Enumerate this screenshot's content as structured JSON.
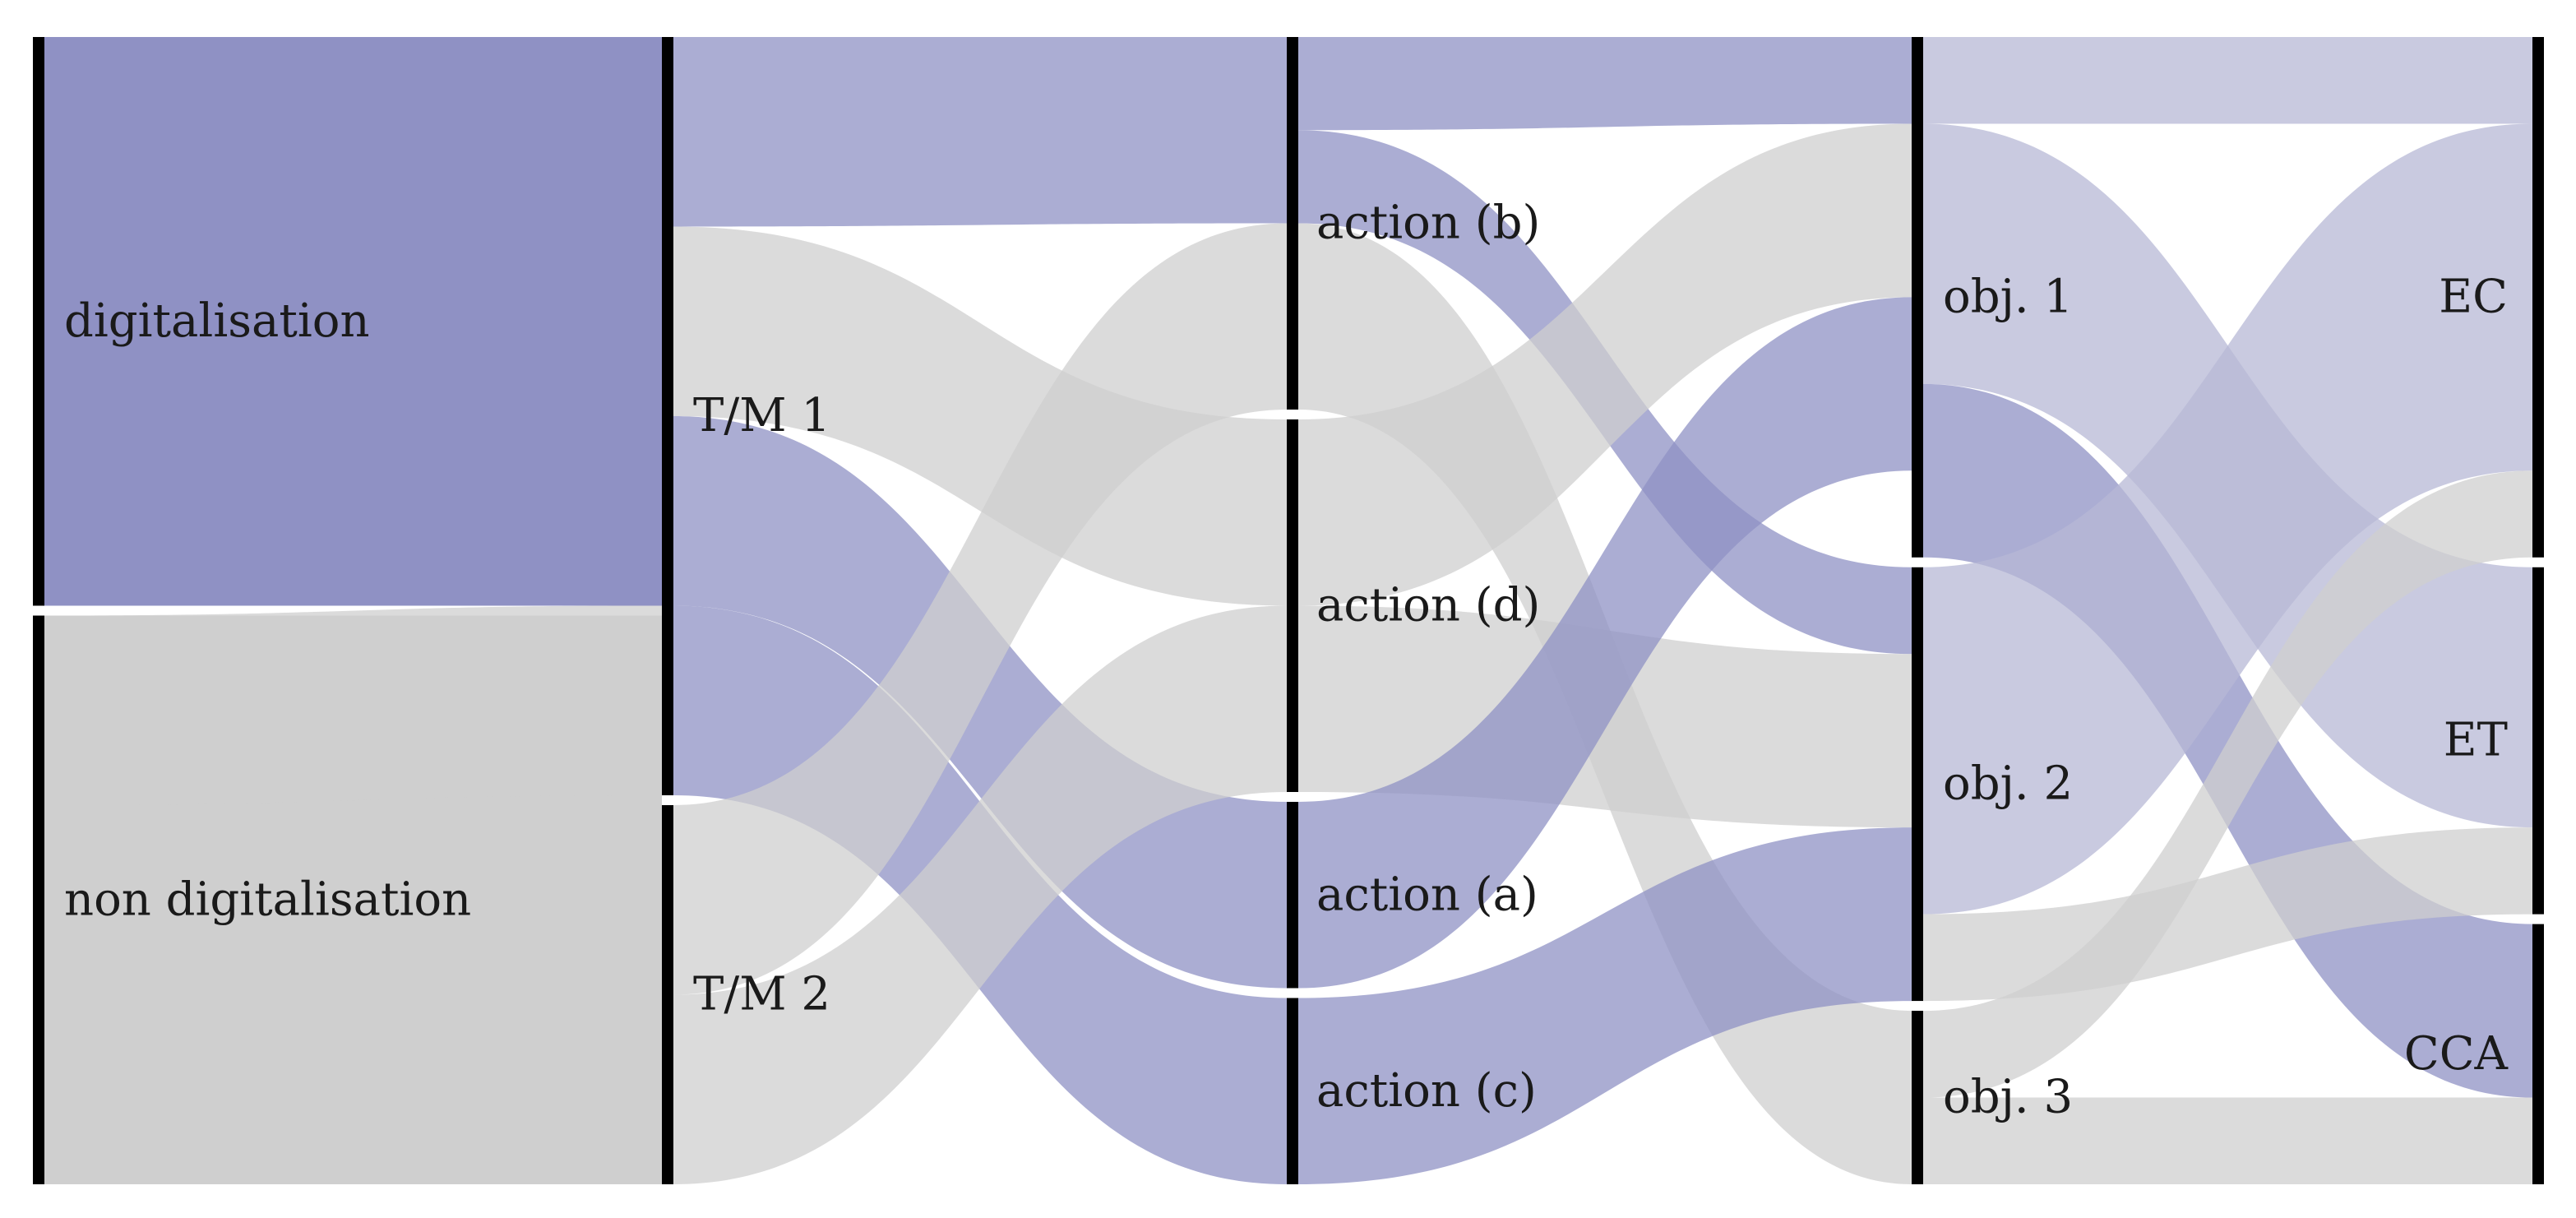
{
  "colors": {
    "digital": "#8f91c4",
    "non_digital": "#cfcfcf",
    "background": "#ffffff",
    "bar": "#000000"
  },
  "columns": [
    {
      "id": "c0",
      "nodes": [
        {
          "id": "digitalisation",
          "label": "digitalisation",
          "color": "digital"
        },
        {
          "id": "non_digitalisation",
          "label": "non digitalisation",
          "color": "non_digital"
        }
      ]
    },
    {
      "id": "c1",
      "nodes": [
        {
          "id": "tm1",
          "label": "T/M 1"
        },
        {
          "id": "tm2",
          "label": "T/M 2"
        }
      ]
    },
    {
      "id": "c2",
      "nodes": [
        {
          "id": "b",
          "label": "action (b)"
        },
        {
          "id": "d",
          "label": "action (d)"
        },
        {
          "id": "a",
          "label": "action (a)"
        },
        {
          "id": "c",
          "label": "action (c)"
        }
      ]
    },
    {
      "id": "c3",
      "nodes": [
        {
          "id": "o1",
          "label": "obj. 1"
        },
        {
          "id": "o2",
          "label": "obj. 2"
        },
        {
          "id": "o3",
          "label": "obj. 3"
        }
      ]
    },
    {
      "id": "c4",
      "nodes": [
        {
          "id": "ec",
          "label": "EC",
          "color": "#b7b8d6"
        },
        {
          "id": "et",
          "label": "ET",
          "color": "#c3c3d6"
        },
        {
          "id": "cca",
          "label": "CCA",
          "color": "#8f91c4"
        }
      ]
    }
  ],
  "links": [
    {
      "source": "digitalisation",
      "target": "tm1",
      "value": 3,
      "color": "digital"
    },
    {
      "source": "non_digitalisation",
      "target": "tm1",
      "value": 1,
      "color": "non_digital"
    },
    {
      "source": "non_digitalisation",
      "target": "tm2",
      "value": 2,
      "color": "non_digital"
    },
    {
      "source": "tm1",
      "target": "b",
      "value": 1,
      "color": "digital"
    },
    {
      "source": "tm1",
      "target": "a",
      "value": 1,
      "color": "digital"
    },
    {
      "source": "tm1",
      "target": "c",
      "value": 1,
      "color": "digital"
    },
    {
      "source": "tm1",
      "target": "d",
      "value": 1,
      "color": "non_digital"
    },
    {
      "source": "tm2",
      "target": "b",
      "value": 1,
      "color": "non_digital"
    },
    {
      "source": "tm2",
      "target": "d",
      "value": 1,
      "color": "non_digital"
    },
    {
      "source": "b",
      "target": "o1",
      "value": 0.5,
      "color": "digital"
    },
    {
      "source": "b",
      "target": "o2",
      "value": 0.5,
      "color": "digital"
    },
    {
      "source": "b",
      "target": "o3",
      "value": 1,
      "color": "non_digital"
    },
    {
      "source": "d",
      "target": "o1",
      "value": 1,
      "color": "non_digital"
    },
    {
      "source": "d",
      "target": "o2",
      "value": 1,
      "color": "non_digital"
    },
    {
      "source": "a",
      "target": "o1",
      "value": 1,
      "color": "digital"
    },
    {
      "source": "c",
      "target": "o2",
      "value": 1,
      "color": "digital"
    },
    {
      "source": "o1",
      "target": "ec",
      "value": 0.5,
      "color": "#b7b8d6"
    },
    {
      "source": "o1",
      "target": "et",
      "value": 1.5,
      "color": "#b7b8d6"
    },
    {
      "source": "o1",
      "target": "cca",
      "value": 1,
      "color": "#8f91c4"
    },
    {
      "source": "o2",
      "target": "ec",
      "value": 2,
      "color": "#b7b8d6"
    },
    {
      "source": "o2",
      "target": "et",
      "value": 0.5,
      "color": "#cfcfcf"
    },
    {
      "source": "o3",
      "target": "ec",
      "value": 0.5,
      "color": "#cfcfcf"
    },
    {
      "source": "o3",
      "target": "cca",
      "value": 0.5,
      "color": "#cfcfcf"
    }
  ]
}
